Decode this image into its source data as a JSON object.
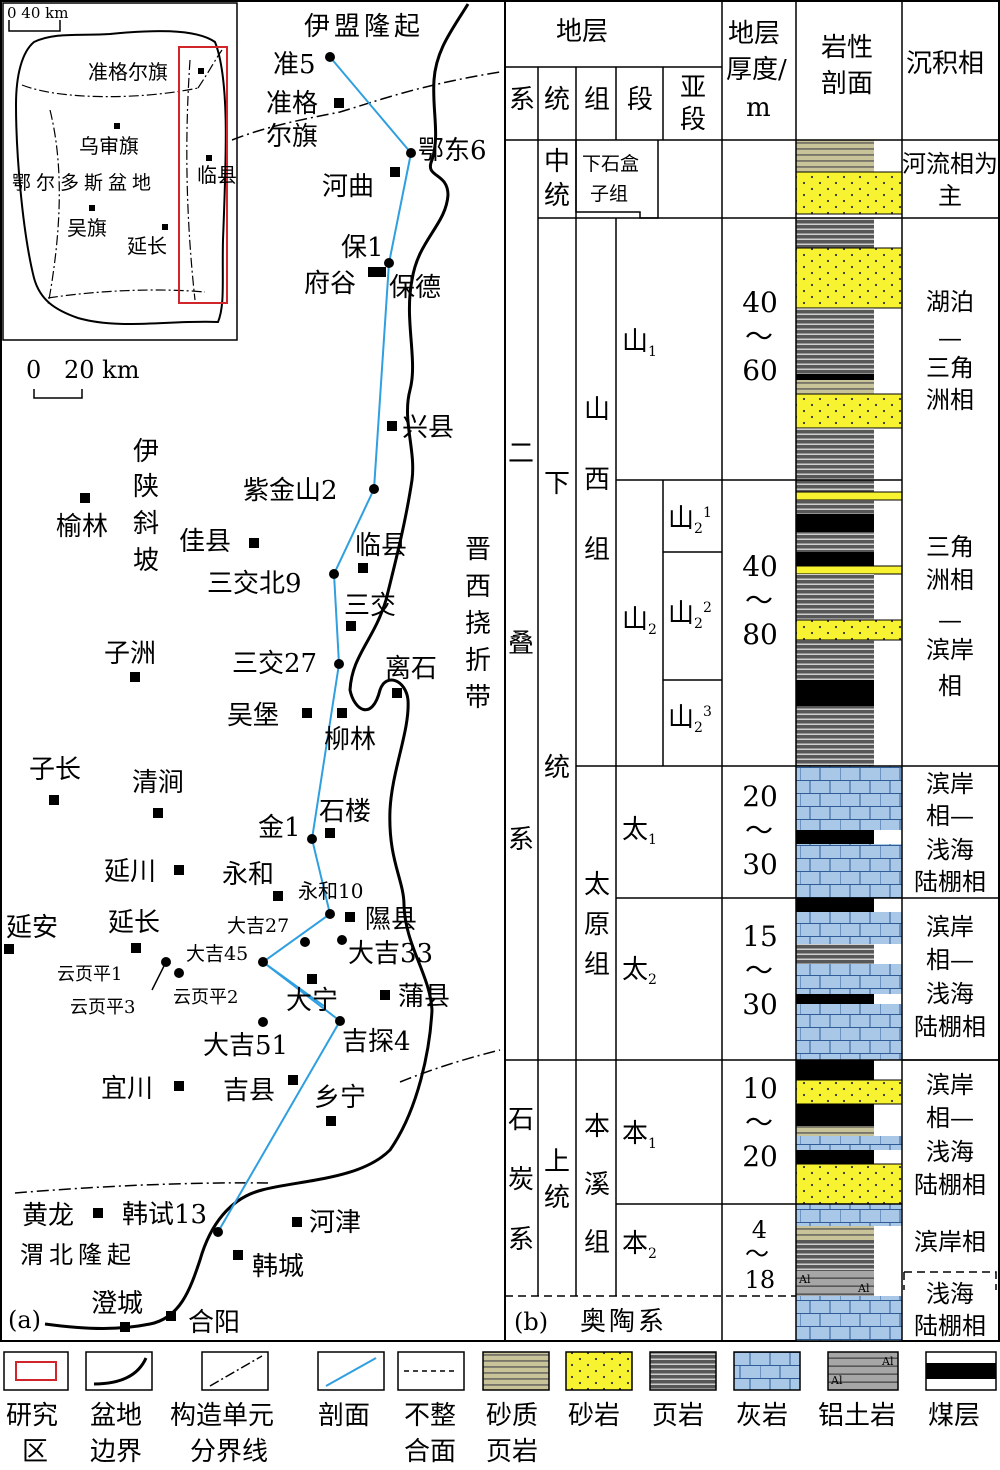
{
  "panel_labels": {
    "a": "(a)",
    "b": "(b)"
  },
  "inset": {
    "scale_label": "0  40 km",
    "places": [
      "准格尔旗",
      "乌审旗",
      "临县",
      "鄂尔多斯盆地",
      "吴旗",
      "延长"
    ]
  },
  "main_map": {
    "scale_zero": "0",
    "scale_label": "20 km",
    "regions": {
      "top": "伊盟隆起",
      "left": "伊陕斜坡",
      "right": "晋西挠折带",
      "bottom": "渭北隆起"
    },
    "towns": [
      "准格尔旗",
      "河曲",
      "府谷",
      "保德",
      "兴县",
      "榆林",
      "佳县",
      "临县",
      "三交",
      "子洲",
      "离石",
      "吴堡",
      "柳林",
      "子长",
      "清涧",
      "石楼",
      "延川",
      "永和",
      "隰县",
      "延安",
      "延长",
      "蒲县",
      "大宁",
      "宜川",
      "吉县",
      "乡宁",
      "黄龙",
      "河津",
      "韩城",
      "澄城",
      "合阳"
    ],
    "wells": [
      "准5",
      "鄂东6",
      "保1",
      "紫金山2",
      "三交北9",
      "三交27",
      "金1",
      "永和10",
      "大吉27",
      "大吉33",
      "大吉45",
      "云页平1",
      "云页平3",
      "云页平2",
      "大吉51",
      "吉探4",
      "韩试13"
    ]
  },
  "column": {
    "headers": {
      "strata": "地层",
      "thickness_1": "地层",
      "thickness_2": "厚度/",
      "thickness_3": "m",
      "lith_1": "岩性",
      "lith_2": "剖面",
      "facies": "沉积相"
    },
    "subheaders": {
      "system": "系",
      "series": "统",
      "formation": "组",
      "member": "段",
      "sub_1": "亚",
      "sub_2": "段"
    },
    "systems": {
      "permian": "二叠系",
      "carboniferous": "石炭系",
      "ordovician": "奥陶系"
    },
    "series": {
      "middle": "中统",
      "lower": "下统",
      "upper": "上统"
    },
    "formations": {
      "xiashihezi": "下石盒子组",
      "shanxi": "山西组",
      "taiyuan": "太原组",
      "benxi": "本溪组"
    },
    "members": [
      {
        "name": "山",
        "sub": "1"
      },
      {
        "name": "山",
        "sub": "2"
      },
      {
        "name": "太",
        "sub": "1"
      },
      {
        "name": "太",
        "sub": "2"
      },
      {
        "name": "本",
        "sub": "1"
      },
      {
        "name": "本",
        "sub": "2"
      }
    ],
    "submembers": [
      {
        "name": "山",
        "sub": "2",
        "sup": "1"
      },
      {
        "name": "山",
        "sub": "2",
        "sup": "2"
      },
      {
        "name": "山",
        "sub": "2",
        "sup": "3"
      }
    ],
    "thicknesses": [
      "40～60",
      "40～80",
      "20～30",
      "15～30",
      "10～20",
      "4～18"
    ],
    "facies": [
      "河流相为主",
      "湖泊—三角洲相",
      "三角洲相—滨岸相",
      "滨岸相—浅海陆棚相",
      "滨岸相—浅海陆棚相",
      "滨岸相—浅海陆棚相",
      "滨岸相",
      "浅海陆棚相"
    ],
    "al_label": "Al"
  },
  "legend": [
    {
      "key": "study-area",
      "label_1": "研究",
      "label_2": "区"
    },
    {
      "key": "basin-boundary",
      "label_1": "盆地",
      "label_2": "边界"
    },
    {
      "key": "unit-boundary",
      "label_1": "构造单元",
      "label_2": "分界线"
    },
    {
      "key": "section",
      "label_1": "剖面",
      "label_2": ""
    },
    {
      "key": "unconformity",
      "label_1": "不整",
      "label_2": "合面"
    },
    {
      "key": "sandy-shale",
      "label_1": "砂质",
      "label_2": "页岩"
    },
    {
      "key": "sandstone",
      "label_1": "砂岩",
      "label_2": ""
    },
    {
      "key": "shale",
      "label_1": "页岩",
      "label_2": ""
    },
    {
      "key": "limestone",
      "label_1": "灰岩",
      "label_2": ""
    },
    {
      "key": "bauxite",
      "label_1": "铝土岩",
      "label_2": ""
    },
    {
      "key": "coal",
      "label_1": "煤层",
      "label_2": ""
    }
  ],
  "colors": {
    "section_line": "#2f9fe0",
    "study_area": "#d0252a",
    "sandstone": "#f7f330",
    "limestone": "#a9c8e8",
    "sandy_shale": "#c9c39a",
    "shale": "#555555",
    "coal": "#000000",
    "region_text": "#1f2d8c"
  }
}
